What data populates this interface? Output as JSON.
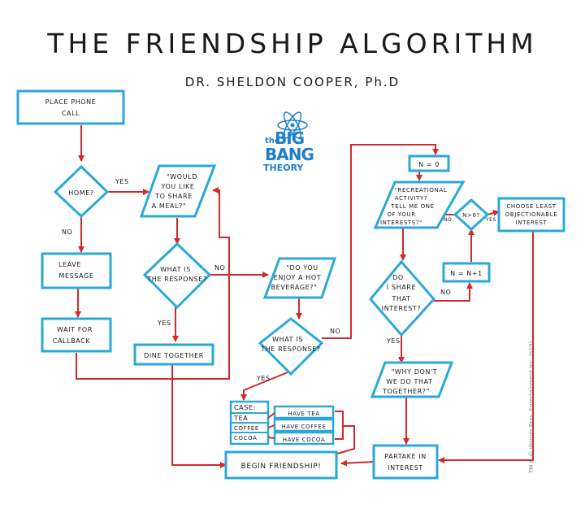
{
  "title": "THE FRIENDSHIP ALGORITHM",
  "subtitle": "DR. SHELDON COOPER, Ph.D",
  "logo": {
    "the": "the",
    "big": "BIG",
    "bang": "BANG",
    "theory": "THEORY"
  },
  "copyright": "TM & © Warner Bros. Entertainment Inc. (s10)",
  "nodes": {
    "place_phone_call": [
      "PLACE PHONE",
      "CALL"
    ],
    "home": [
      "HOME?"
    ],
    "leave_message": [
      "LEAVE",
      "MESSAGE"
    ],
    "wait_for_callback": [
      "WAIT FOR",
      "CALLBACK"
    ],
    "share_meal": [
      "\"WOULD",
      "YOU LIKE",
      "TO SHARE",
      "A MEAL?\""
    ],
    "response_1": [
      "WHAT IS",
      "THE RESPONSE?"
    ],
    "dine_together": [
      "DINE TOGETHER"
    ],
    "hot_beverage": [
      "\"DO YOU",
      "ENJOY A HOT",
      "BEVERAGE?\""
    ],
    "response_2": [
      "WHAT IS",
      "THE RESPONSE?"
    ],
    "case": [
      "CASE:"
    ],
    "case_tea": [
      "TEA"
    ],
    "case_coffee": [
      "COFFEE"
    ],
    "case_cocoa": [
      "COCOA"
    ],
    "have_tea": [
      "HAVE TEA"
    ],
    "have_coffee": [
      "HAVE COFFEE"
    ],
    "have_cocoa": [
      "HAVE COCOA"
    ],
    "begin_friendship": [
      "BEGIN FRIENDSHIP!"
    ],
    "n_zero": [
      "N = 0"
    ],
    "recreational": [
      "\"RECREATIONAL",
      "ACTIVITY?",
      "TELL ME ONE",
      "OF YOUR",
      "INTERESTS?\""
    ],
    "n_gt_6": [
      "N>6?"
    ],
    "least_objectionable": [
      "CHOOSE LEAST",
      "OBJECTIONABLE",
      "INTEREST"
    ],
    "n_plus_one": [
      "N = N+1"
    ],
    "share_interest": [
      "DO",
      "I SHARE",
      "THAT",
      "INTEREST?"
    ],
    "why_dont_we": [
      "\"WHY DON'T",
      "WE DO THAT",
      "TOGETHER?\""
    ],
    "partake": [
      "PARTAKE IN",
      "INTEREST"
    ]
  },
  "edge_labels": {
    "home_yes": "YES",
    "home_no": "NO",
    "response1_no": "NO",
    "response1_yes": "YES",
    "response2_no": "NO",
    "response2_yes": "YES",
    "ngt6_no": "NO",
    "ngt6_yes": "YES",
    "share_no": "NO",
    "share_yes": "YES"
  }
}
